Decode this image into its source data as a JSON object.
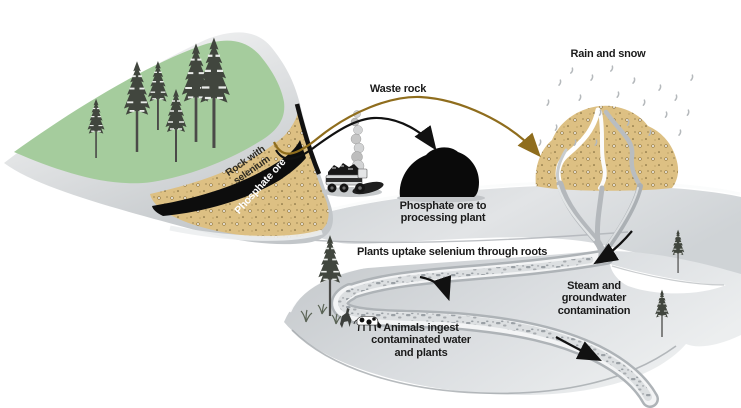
{
  "diagram": {
    "labels": {
      "waste_rock": "Waste rock",
      "rain_and_snow": "Rain and snow",
      "phosphate_processing": "Phosphate ore to\nprocessing plant",
      "plants_uptake": "Plants uptake selenium through roots",
      "steam_groundwater": "Steam and\ngroundwater\ncontamination",
      "animals_ingest": "Animals ingest\ncontaminated water\nand plants",
      "strata_rock_selenium": "Rock with\nselenium",
      "strata_phosphate_ore": "Phosphate ore"
    },
    "colors": {
      "hill_green": "#a5cc9d",
      "ore_tan": "#ddc083",
      "waste_arrow_gold": "#8f6d1d",
      "arrow_black": "#111111",
      "land_gray": "#d3d6d9",
      "water_gray": "#b7bbbe"
    }
  }
}
